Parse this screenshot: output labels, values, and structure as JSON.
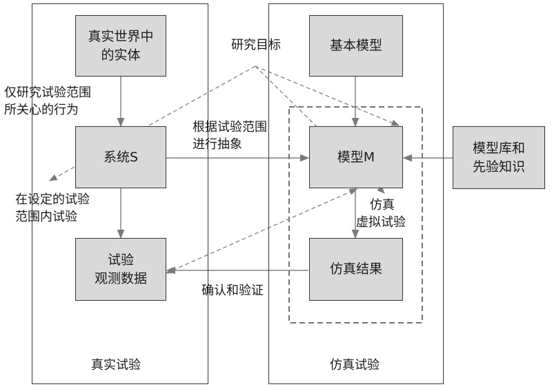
{
  "panels": {
    "real": {
      "title": "真实试验"
    },
    "sim": {
      "title": "仿真试验"
    }
  },
  "boxes": {
    "real_entity": {
      "line1": "真实世界中",
      "line2": "的实体"
    },
    "system_s": {
      "text": "系统S"
    },
    "observed_data": {
      "line1": "试验",
      "line2": "观测数据"
    },
    "base_model": {
      "text": "基本模型"
    },
    "model_m": {
      "text": "模型M"
    },
    "sim_result": {
      "text": "仿真结果"
    },
    "model_library": {
      "line1": "模型库和",
      "line2": "先验知识"
    }
  },
  "labels": {
    "research_goal": "研究目标",
    "behavior_line1": "仅研究试验范围",
    "behavior_line2": "所关心的行为",
    "abstract_line1": "根据试验范围",
    "abstract_line2": "进行抽象",
    "test_line1": "在设定的试验",
    "test_line2": "范围内试验",
    "sim_line1": "仿真",
    "sim_line2": "虚拟试验",
    "verify": "确认和验证"
  },
  "colors": {
    "box_fill": "#d9d9d9",
    "line": "#333333",
    "arrow": "#808080"
  }
}
